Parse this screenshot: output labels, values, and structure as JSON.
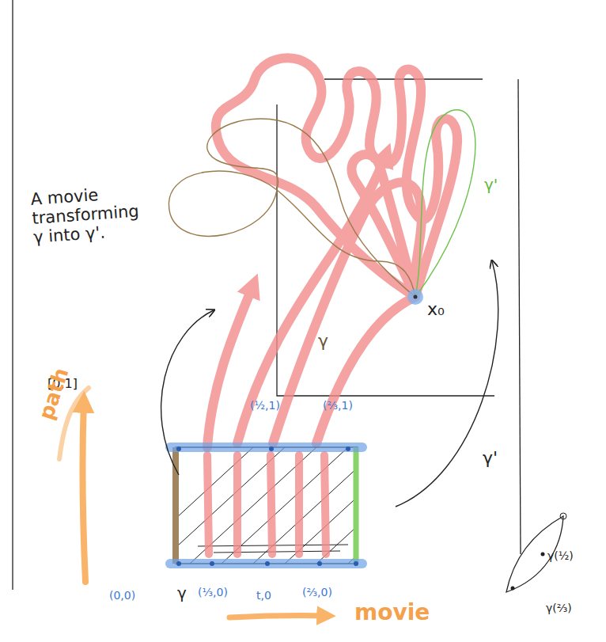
{
  "diagram": {
    "labels": [
      "γ'",
      "A movie transforming γ into γ'.",
      "x₀",
      "γ",
      "[0,1]",
      "path",
      "(½,1)",
      "(⅔,1)",
      "γ'",
      "γ",
      "(0,0)",
      "(⅓,0)",
      "t,0",
      "(⅔,0)",
      "γ(½)",
      "movie",
      "γ(⅔)"
    ]
  }
}
